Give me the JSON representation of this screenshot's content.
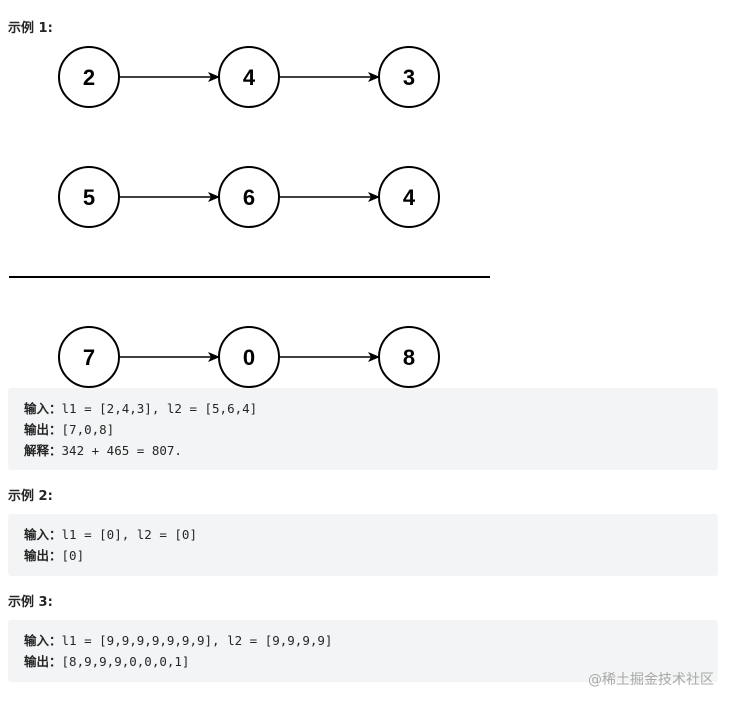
{
  "example1": {
    "heading": "示例 1:",
    "lists": [
      [
        "2",
        "4",
        "3"
      ],
      [
        "5",
        "6",
        "4"
      ],
      [
        "7",
        "0",
        "8"
      ]
    ],
    "lines": [
      {
        "key": "输入：",
        "value": "l1 = [2,4,3], l2 = [5,6,4]"
      },
      {
        "key": "输出：",
        "value": "[7,0,8]"
      },
      {
        "key": "解释：",
        "value": "342 + 465 = 807."
      }
    ]
  },
  "example2": {
    "heading": "示例 2:",
    "lines": [
      {
        "key": "输入：",
        "value": "l1 = [0], l2 = [0]"
      },
      {
        "key": "输出：",
        "value": "[0]"
      }
    ]
  },
  "example3": {
    "heading": "示例 3:",
    "lines": [
      {
        "key": "输入：",
        "value": "l1 = [9,9,9,9,9,9,9], l2 = [9,9,9,9]"
      },
      {
        "key": "输出：",
        "value": "[8,9,9,9,0,0,0,1]"
      }
    ]
  },
  "watermark": "@稀土掘金技术社区"
}
